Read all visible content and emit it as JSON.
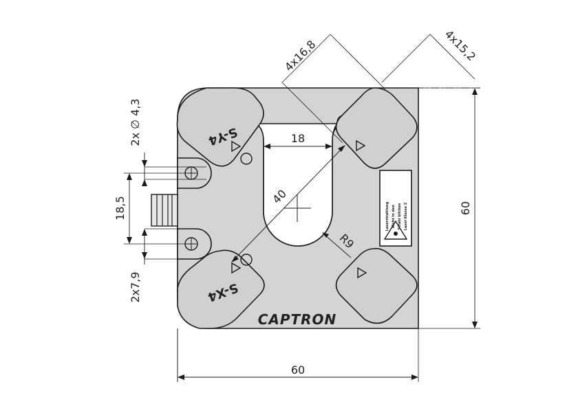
{
  "dimensions": {
    "width_bottom": "60",
    "height_right": "60",
    "diagonal_pad_1": "4x16,8",
    "diagonal_pad_2": "4x15,2",
    "slot_width": "18",
    "diagonal_center": "40",
    "slot_radius": "R9",
    "hole_diameter": "2x ∅ 4,3",
    "hole_spacing": "18,5",
    "tab_width": "2x7,9"
  },
  "pads": {
    "top_left_label": "S-Y4",
    "bottom_left_label": "S-X4"
  },
  "brand": {
    "logo": "CAPTRON"
  },
  "laser_label": {
    "lines": [
      "Laserstrahlung",
      "Nicht in den",
      "Strahl blicken",
      "Laser Klasse 2"
    ]
  },
  "colors": {
    "body": "#d4d4d4",
    "pad": "#d0d0d0",
    "outline": "#1a1a1a",
    "label_bg": "#ffffff"
  }
}
